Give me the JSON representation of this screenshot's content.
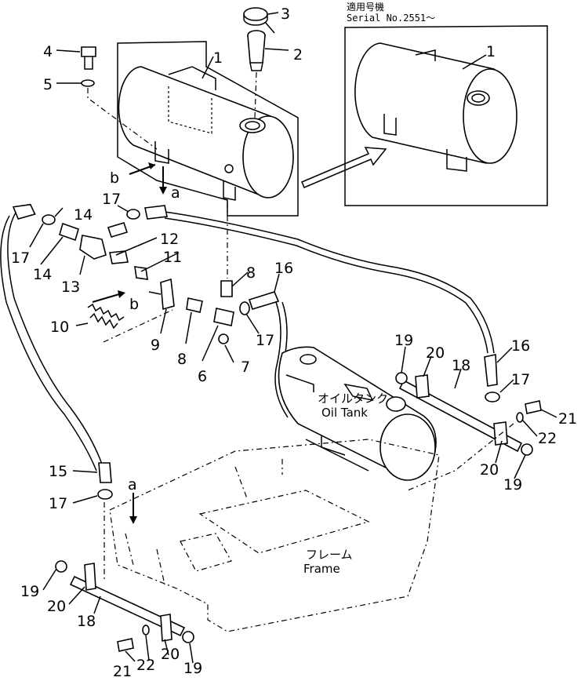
{
  "serial_note": {
    "applicable_jp": "適用号機",
    "serial": "Serial No.2551〜"
  },
  "labels": {
    "oil_tank_jp": "オイルタンク",
    "oil_tank_en": "Oil Tank",
    "frame_jp": "フレーム",
    "frame_en": "Frame",
    "view_a_top": "a",
    "view_b_top": "b",
    "view_a_bottom": "a",
    "view_b_bottom": "b"
  },
  "callouts": {
    "c1_main": "1",
    "c1_alt": "1",
    "c2": "2",
    "c3": "3",
    "c4": "4",
    "c5": "5",
    "c6": "6",
    "c7": "7",
    "c8_a": "8",
    "c8_b": "8",
    "c9": "9",
    "c10": "10",
    "c11": "11",
    "c12": "12",
    "c13": "13",
    "c14_a": "14",
    "c14_b": "14",
    "c15": "15",
    "c16_a": "16",
    "c16_b": "16",
    "c17_a": "17",
    "c17_b": "17",
    "c17_c": "17",
    "c17_d": "17",
    "c17_e": "17",
    "c18_a": "18",
    "c18_b": "18",
    "c19_a": "19",
    "c19_b": "19",
    "c19_c": "19",
    "c19_d": "19",
    "c20_a": "20",
    "c20_b": "20",
    "c20_c": "20",
    "c20_d": "20",
    "c21_a": "21",
    "c21_b": "21",
    "c22_a": "22",
    "c22_b": "22"
  }
}
